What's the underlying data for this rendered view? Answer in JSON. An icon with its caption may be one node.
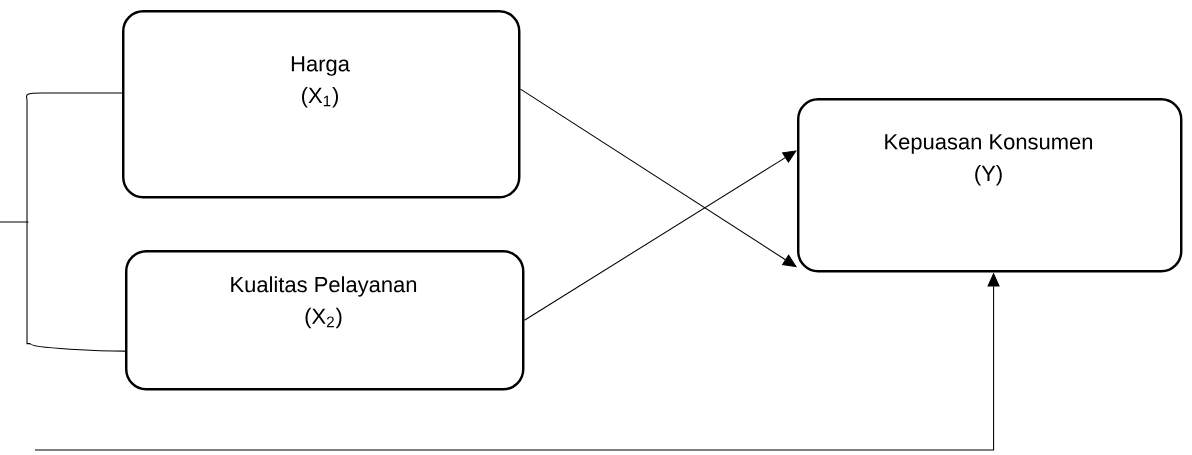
{
  "diagram": {
    "nodes": [
      {
        "text": [
          "Harga",
          "(X$_{1}$)"
        ]
      },
      {
        "text": [
          "Kualitas Pelayanan",
          "(X$_{2}$)"
        ]
      },
      {
        "text": [
          "Kepuasan Konsumen",
          "(Y)"
        ]
      }
    ],
    "edges": [
      {
        "from": 0,
        "to": 1,
        "arrow": "none"
      },
      {
        "from": 0,
        "to": 2,
        "arrow": "to"
      },
      {
        "from": 1,
        "to": 2,
        "arrow": "to"
      },
      {
        "from": null,
        "to": 2,
        "arrow": "to"
      }
    ]
  }
}
